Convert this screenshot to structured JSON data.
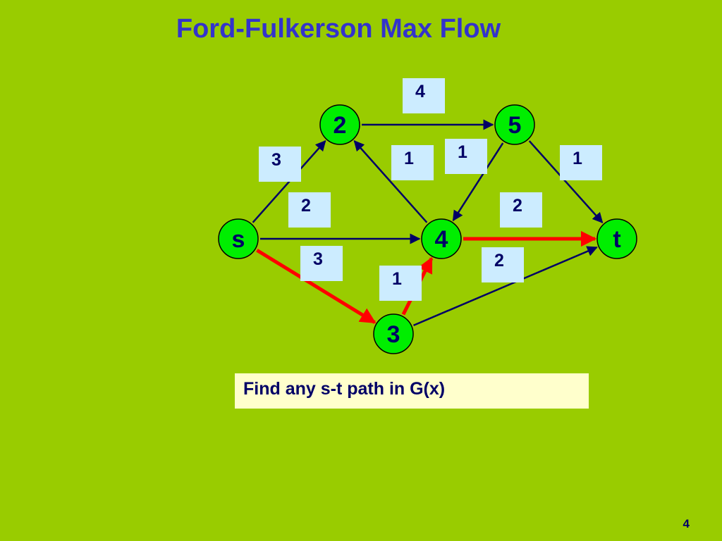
{
  "title": "Ford-Fulkerson Max Flow",
  "prompt": "Find any s-t path in G(x)",
  "page_number": "4",
  "colors": {
    "background": "#99cc00",
    "title": "#3333cc",
    "node_fill": "#00ee00",
    "edge": "#000066",
    "highlight_edge": "#ff0000",
    "label_box": "#ccecff",
    "prompt_box": "#ffffcc"
  },
  "nodes": [
    {
      "id": "s",
      "label": "s"
    },
    {
      "id": "2",
      "label": "2"
    },
    {
      "id": "3",
      "label": "3"
    },
    {
      "id": "4",
      "label": "4"
    },
    {
      "id": "5",
      "label": "5"
    },
    {
      "id": "t",
      "label": "t"
    }
  ],
  "edges": [
    {
      "from": "s",
      "to": "2",
      "capacity": "3",
      "highlighted": false
    },
    {
      "from": "s",
      "to": "4",
      "capacity": "2",
      "highlighted": false
    },
    {
      "from": "s",
      "to": "3",
      "capacity": "3",
      "highlighted": true
    },
    {
      "from": "2",
      "to": "5",
      "capacity": "4",
      "highlighted": false
    },
    {
      "from": "4",
      "to": "2",
      "capacity": "1",
      "highlighted": false
    },
    {
      "from": "5",
      "to": "4",
      "capacity": "1",
      "highlighted": false
    },
    {
      "from": "5",
      "to": "t",
      "capacity": "1",
      "highlighted": false
    },
    {
      "from": "4",
      "to": "t",
      "capacity": "2",
      "highlighted": true
    },
    {
      "from": "3",
      "to": "4",
      "capacity": "1",
      "highlighted": true
    },
    {
      "from": "3",
      "to": "t",
      "capacity": "2",
      "highlighted": false
    }
  ]
}
